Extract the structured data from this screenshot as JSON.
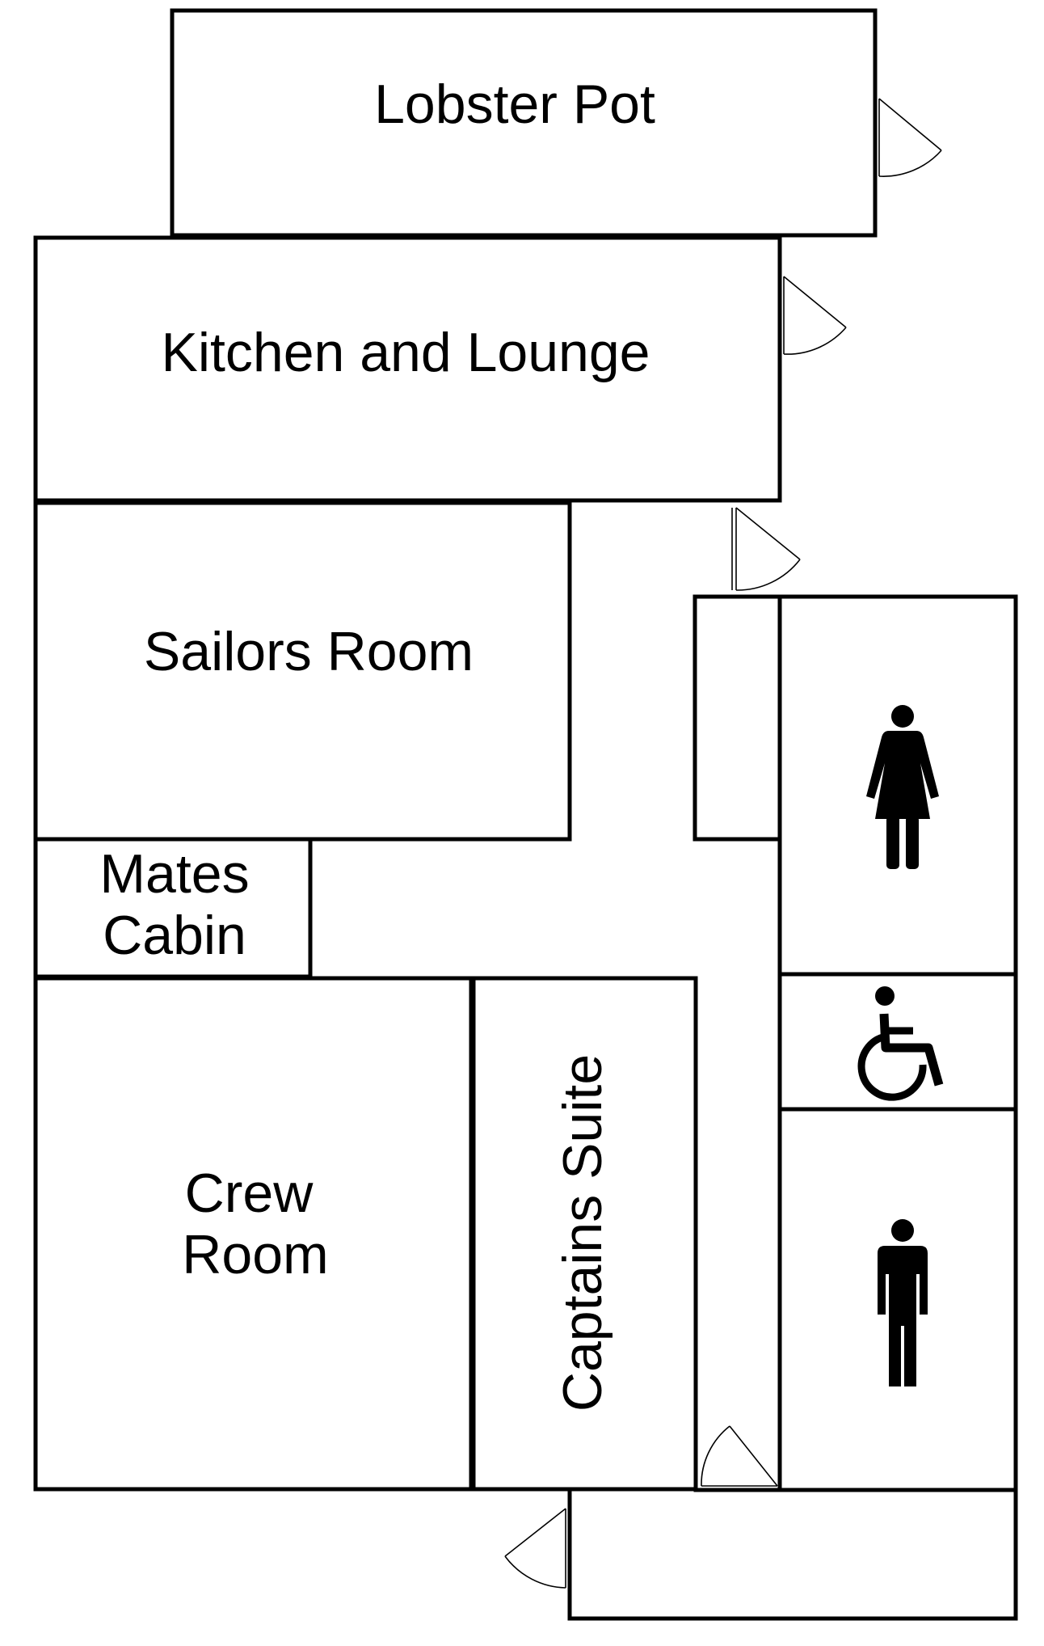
{
  "rooms": {
    "lobster_pot": "Lobster Pot",
    "kitchen_lounge": "Kitchen and Lounge",
    "sailors_room": "Sailors Room",
    "mates_cabin": [
      "Mates",
      "Cabin"
    ],
    "crew_room": [
      "Crew",
      "Room"
    ],
    "captains_suite": "Captains Suite"
  },
  "icons": {
    "womens_toilet": "female-person-icon",
    "accessible_toilet": "wheelchair-icon",
    "mens_toilet": "male-person-icon"
  },
  "colors": {
    "wall": "#000000",
    "background": "#ffffff"
  }
}
